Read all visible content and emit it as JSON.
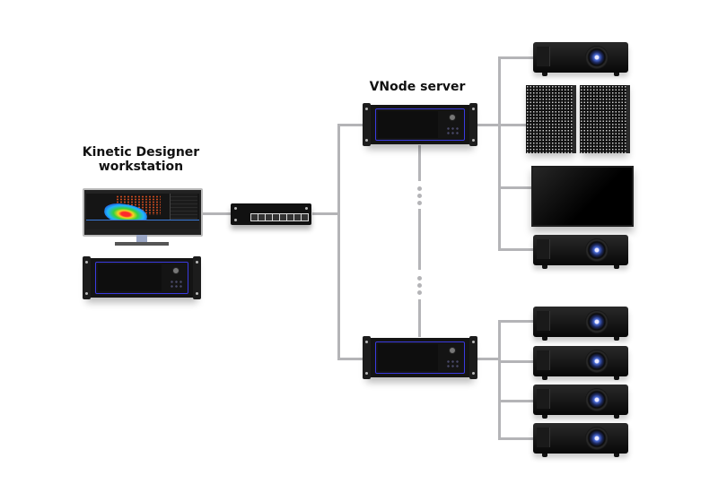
{
  "diagram": {
    "type": "network-topology",
    "labels": {
      "workstation": "Kinetic Designer\nworkstation",
      "workstation_line1": "Kinetic Designer",
      "workstation_line2": "workstation",
      "server": "VNode server"
    },
    "nodes": [
      {
        "id": "workstation-monitor",
        "kind": "monitor"
      },
      {
        "id": "workstation-computer",
        "kind": "rack-server"
      },
      {
        "id": "network-switch",
        "kind": "switch",
        "ports": 8
      },
      {
        "id": "vnode-server-1",
        "kind": "rack-server"
      },
      {
        "id": "vnode-server-n",
        "kind": "rack-server"
      },
      {
        "id": "projector-1",
        "kind": "projector"
      },
      {
        "id": "led-wall",
        "kind": "led-panel",
        "count": 2
      },
      {
        "id": "display",
        "kind": "tv"
      },
      {
        "id": "projector-2",
        "kind": "projector"
      },
      {
        "id": "projector-3",
        "kind": "projector"
      },
      {
        "id": "projector-4",
        "kind": "projector"
      },
      {
        "id": "projector-5",
        "kind": "projector"
      },
      {
        "id": "projector-6",
        "kind": "projector"
      }
    ],
    "edges": [
      [
        "workstation-monitor",
        "network-switch"
      ],
      [
        "network-switch",
        "vnode-server-1"
      ],
      [
        "network-switch",
        "vnode-server-n"
      ],
      [
        "vnode-server-1",
        "projector-1"
      ],
      [
        "vnode-server-1",
        "led-wall"
      ],
      [
        "vnode-server-1",
        "display"
      ],
      [
        "vnode-server-1",
        "projector-2"
      ],
      [
        "vnode-server-n",
        "projector-3"
      ],
      [
        "vnode-server-n",
        "projector-4"
      ],
      [
        "vnode-server-n",
        "projector-5"
      ],
      [
        "vnode-server-n",
        "projector-6"
      ]
    ],
    "ellipsis_between_servers": true,
    "colors": {
      "connector": "#b4b4b7",
      "accent": "#3a3ae0"
    }
  }
}
